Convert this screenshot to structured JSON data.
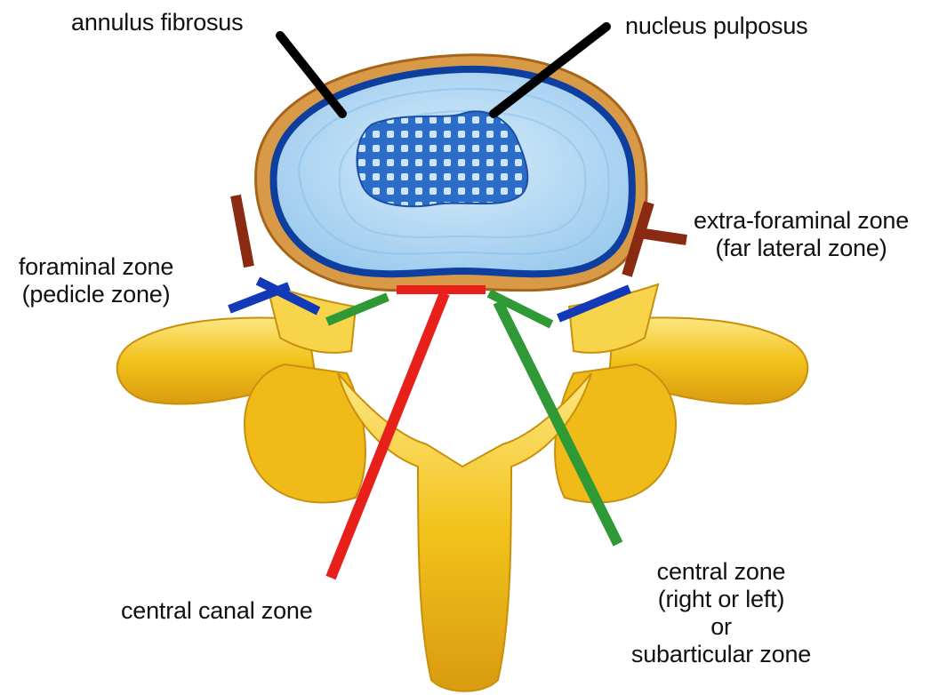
{
  "labels": {
    "annulus_fibrosus": "annulus fibrosus",
    "nucleus_pulposus": "nucleus pulposus",
    "extra_foraminal_line1": "extra-foraminal zone",
    "extra_foraminal_line2": "(far lateral zone)",
    "foraminal_line1": "foraminal zone",
    "foraminal_line2": "(pedicle zone)",
    "central_canal": "central canal zone",
    "central_zone_line1": "central zone",
    "central_zone_line2": "(right or left)",
    "central_zone_line3": "or",
    "central_zone_line4": "subarticular zone"
  },
  "colors": {
    "bone": "#f2c21a",
    "bone_light": "#fde783",
    "bone_dark": "#c8900c",
    "endplate": "#cf8a3a",
    "disc": "#b9def4",
    "disc_ring": "#0e3f9e",
    "nucleus": "#2a6cc7",
    "pointer": "#000000",
    "extra_foraminal": "#8b2a12",
    "foraminal": "#1239b8",
    "central_canal": "#e8201c",
    "central_zone": "#2f9a35"
  }
}
